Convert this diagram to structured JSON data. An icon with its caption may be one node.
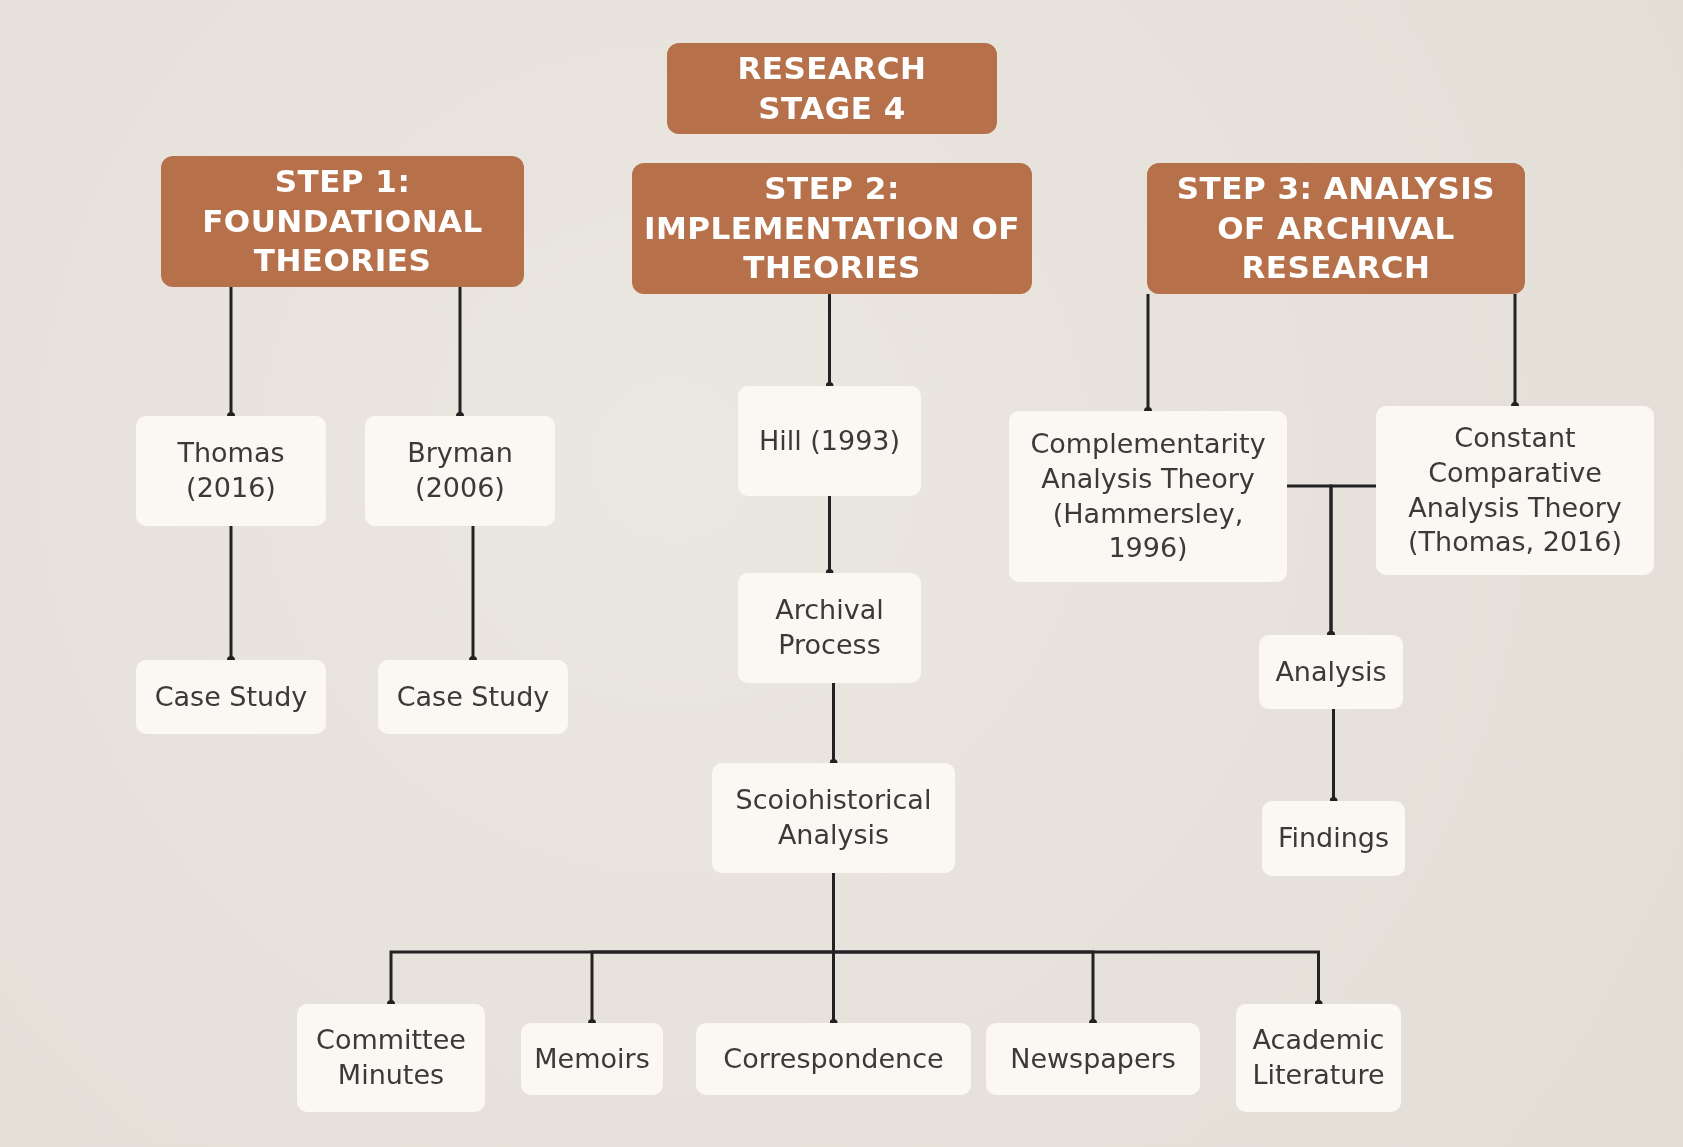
{
  "diagram": {
    "nodes": [
      {
        "text": [
          "RESEARCH STAGE 4"
        ]
      },
      {
        "text": [
          "STEP 1: FOUNDATIONAL THEORIES"
        ]
      },
      {
        "text": [
          "STEP 2: IMPLEMENTATION OF THEORIES"
        ]
      },
      {
        "text": [
          "STEP 3: ANALYSIS OF ARCHIVAL RESEARCH"
        ]
      },
      {
        "text": [
          "Thomas (2016)"
        ]
      },
      {
        "text": [
          "Bryman (2006)"
        ]
      },
      {
        "text": [
          "Case Study"
        ]
      },
      {
        "text": [
          "Case Study"
        ]
      },
      {
        "text": [
          "Hill (1993)"
        ]
      },
      {
        "text": [
          "Archival Process"
        ]
      },
      {
        "text": [
          "Scoiohistorical Analysis"
        ]
      },
      {
        "text": [
          "Complementarity Analysis Theory (Hammersley, 1996)"
        ]
      },
      {
        "text": [
          "Constant Comparative Analysis Theory (Thomas, 2016)"
        ]
      },
      {
        "text": [
          "Analysis"
        ]
      },
      {
        "text": [
          "Findings"
        ]
      },
      {
        "text": [
          "Committee Minutes"
        ]
      },
      {
        "text": [
          "Memoirs"
        ]
      },
      {
        "text": [
          "Correspondence"
        ]
      },
      {
        "text": [
          "Newspapers"
        ]
      },
      {
        "text": [
          "Academic Literature"
        ]
      }
    ],
    "edges": [
      {
        "from": 1,
        "to": 4,
        "arrow": "other"
      },
      {
        "from": 1,
        "to": 5,
        "arrow": "other"
      },
      {
        "from": 4,
        "to": 6,
        "arrow": "other"
      },
      {
        "from": 5,
        "to": 7,
        "arrow": "other"
      },
      {
        "from": 2,
        "to": 8,
        "arrow": "other"
      },
      {
        "from": 8,
        "to": 9,
        "arrow": "other"
      },
      {
        "from": 9,
        "to": 10,
        "arrow": "other"
      },
      {
        "from": 3,
        "to": 11,
        "arrow": "other"
      },
      {
        "from": 3,
        "to": 12,
        "arrow": "other"
      },
      {
        "from": 11,
        "to": 13,
        "arrow": "other"
      },
      {
        "from": 12,
        "to": 13,
        "arrow": "other"
      },
      {
        "from": 13,
        "to": 14,
        "arrow": "other"
      },
      {
        "from": 10,
        "to": 15,
        "arrow": "other"
      },
      {
        "from": 10,
        "to": 16,
        "arrow": "other"
      },
      {
        "from": 10,
        "to": 17,
        "arrow": "other"
      },
      {
        "from": 10,
        "to": 18,
        "arrow": "other"
      },
      {
        "from": 10,
        "to": 19,
        "arrow": "other"
      }
    ]
  }
}
